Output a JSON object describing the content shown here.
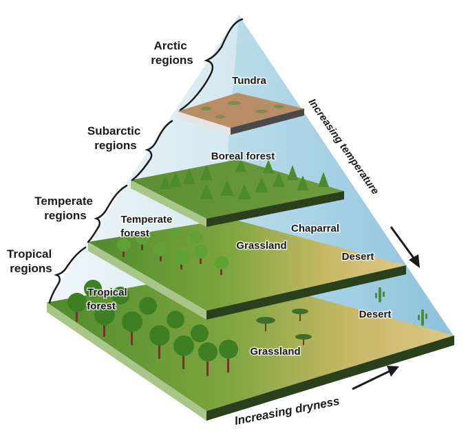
{
  "regions": [
    {
      "line1": "Arctic",
      "line2": "regions"
    },
    {
      "line1": "Subarctic",
      "line2": "regions"
    },
    {
      "line1": "Temperate",
      "line2": "regions"
    },
    {
      "line1": "Tropical",
      "line2": "regions"
    }
  ],
  "biomes": {
    "tundra": "Tundra",
    "boreal": "Boreal forest",
    "temperate_forest_1": "Temperate",
    "temperate_forest_2": "forest",
    "grassland_temperate": "Grassland",
    "chaparral": "Chaparral",
    "desert_temperate": "Desert",
    "tropical_forest_1": "Tropical",
    "tropical_forest_2": "forest",
    "grassland_tropical": "Grassland",
    "desert_tropical": "Desert"
  },
  "axes": {
    "temperature": "Increasing temperature",
    "dryness": "Increasing dryness"
  },
  "colors": {
    "sky_left": "#e8f2f6",
    "sky_right": "#8fc4dc",
    "slab_top": "#6f9a3e",
    "slab_edge": "#2c4a1c",
    "slab_side": "#3e6b2a",
    "tundra": "#b98f6a",
    "tree": "#4b8a2a",
    "trunk": "#6b3b1f",
    "desert": "#d8c27a"
  }
}
